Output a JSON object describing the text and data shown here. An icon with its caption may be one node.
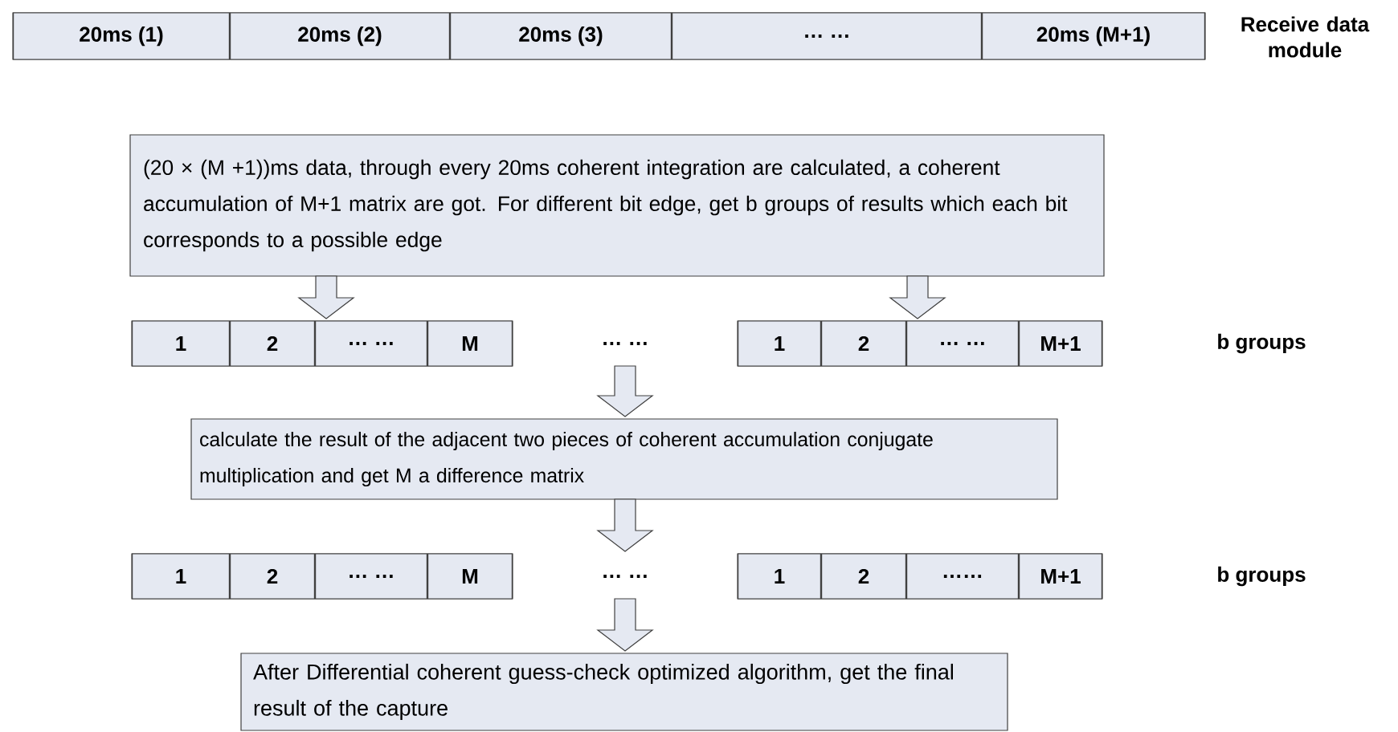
{
  "diagram": {
    "nodes": [
      {
        "text": [],
        "shape": "bar",
        "beside": [
          "Receive data module"
        ]
      },
      {
        "text": [
          "20ms (1)"
        ],
        "in": 0
      },
      {
        "text": [
          "20ms (2)"
        ],
        "in": 0
      },
      {
        "text": [
          "20ms (3)"
        ],
        "in": 0
      },
      {
        "text": [
          "… …"
        ],
        "in": 0
      },
      {
        "text": [
          "20ms (M+1)"
        ],
        "in": 0
      },
      {
        "text": [
          "(20 × (M +1))ms data, through every 20ms coherent integration are calculated, a coherent accumulation of M+1 matrix are got. For different bit edge, get b groups of results which each bit corresponds to a possible edge"
        ]
      },
      {
        "text": [],
        "shape": "bar"
      },
      {
        "text": [
          "1"
        ],
        "in": 7
      },
      {
        "text": [
          "2"
        ],
        "in": 7
      },
      {
        "text": [
          "… …"
        ],
        "in": 7
      },
      {
        "text": [
          "M"
        ],
        "in": 7
      },
      {
        "text": [
          "… …"
        ]
      },
      {
        "text": [],
        "shape": "bar"
      },
      {
        "text": [
          "1"
        ],
        "in": 13
      },
      {
        "text": [
          "2"
        ],
        "in": 13
      },
      {
        "text": [
          "… …"
        ],
        "in": 13
      },
      {
        "text": [
          "M+1"
        ],
        "in": 13
      },
      {
        "text": [
          "calculate the result of the adjacent two pieces of coherent accumulation conjugate multiplication and get M a difference matrix"
        ]
      },
      {
        "text": [],
        "shape": "bar"
      },
      {
        "text": [
          "1"
        ],
        "in": 19
      },
      {
        "text": [
          "2"
        ],
        "in": 19
      },
      {
        "text": [
          "… …"
        ],
        "in": 19
      },
      {
        "text": [
          "M"
        ],
        "in": 19
      },
      {
        "text": [
          "… …"
        ]
      },
      {
        "text": [],
        "shape": "bar"
      },
      {
        "text": [
          "1"
        ],
        "in": 25
      },
      {
        "text": [
          "2"
        ],
        "in": 25
      },
      {
        "text": [
          "……"
        ],
        "in": 25
      },
      {
        "text": [
          "M+1"
        ],
        "in": 25
      },
      {
        "text": [
          "After Differential coherent guess-check optimized algorithm, get the final result of the capture"
        ]
      }
    ],
    "edges": [
      {
        "from": 6,
        "to": 7,
        "arrow": "to"
      },
      {
        "from": 6,
        "to": 13,
        "arrow": "to"
      },
      {
        "from": 12,
        "to": 18,
        "arrow": "to"
      },
      {
        "from": 18,
        "to": 24,
        "arrow": "to"
      },
      {
        "from": 24,
        "to": 30,
        "arrow": "to"
      }
    ],
    "labels": [
      "b groups",
      "b groups"
    ]
  }
}
